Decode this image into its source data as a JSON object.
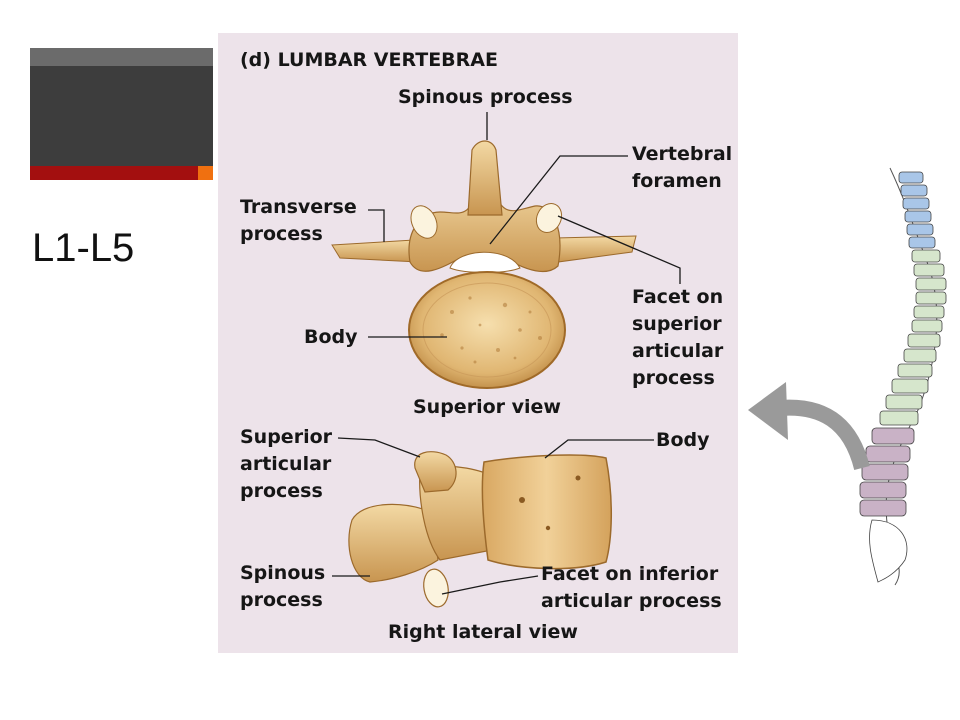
{
  "slide": {
    "title": "L1-L5",
    "colors": {
      "accent_red": "#a30f0f",
      "accent_orange": "#f07010",
      "dark_bar": "#3d3d3d",
      "panel_bg": "#ede3ea",
      "bone": "#e8c898"
    }
  },
  "figure": {
    "heading": "(d)  LUMBAR VERTEBRAE",
    "superior_view": {
      "caption": "Superior view",
      "labels": {
        "spinous_process": "Spinous process",
        "vertebral_foramen": "Vertebral\nforamen",
        "transverse_process": "Transverse\nprocess",
        "body": "Body",
        "facet_superior": "Facet on\nsuperior\narticular\nprocess"
      }
    },
    "lateral_view": {
      "caption": "Right lateral view",
      "labels": {
        "superior_articular": "Superior\narticular\nprocess",
        "body": "Body",
        "spinous_process": "Spinous\nprocess",
        "facet_inferior": "Facet on inferior\narticular process"
      }
    }
  },
  "spine_illustration": {
    "icon": "spine-column-icon",
    "arrow": "curved-arrow-icon"
  }
}
